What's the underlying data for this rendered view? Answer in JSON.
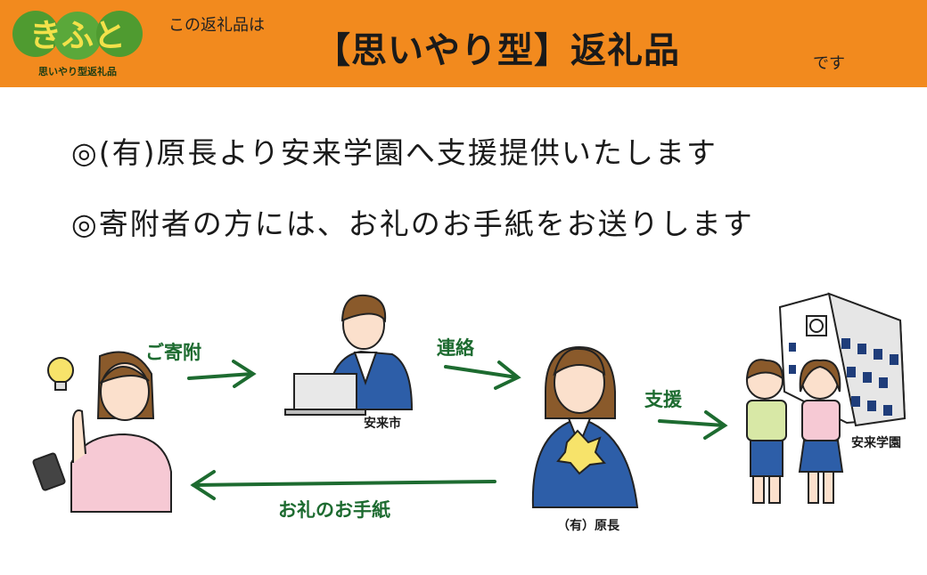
{
  "banner": {
    "logo_text": "きふと",
    "logo_subtitle": "思いやり型返礼品",
    "intro": "この返礼品は",
    "headline": "【思いやり型】返礼品",
    "suffix": "です"
  },
  "content": {
    "line1": "◎(有)原長より安来学園へ支援提供いたします",
    "line2": "◎寄附者の方には、お礼のお手紙をお送りします"
  },
  "diagram": {
    "arrow_donation": "ご寄附",
    "arrow_contact": "連絡",
    "arrow_support": "支援",
    "arrow_letter": "お礼のお手紙",
    "actor_city": "安来市",
    "actor_company": "（有）原長",
    "actor_school": "安来学園"
  },
  "colors": {
    "banner": "#f28a1e",
    "logo_bubble": "#4f9b30",
    "arrow_green": "#1d6b30"
  }
}
